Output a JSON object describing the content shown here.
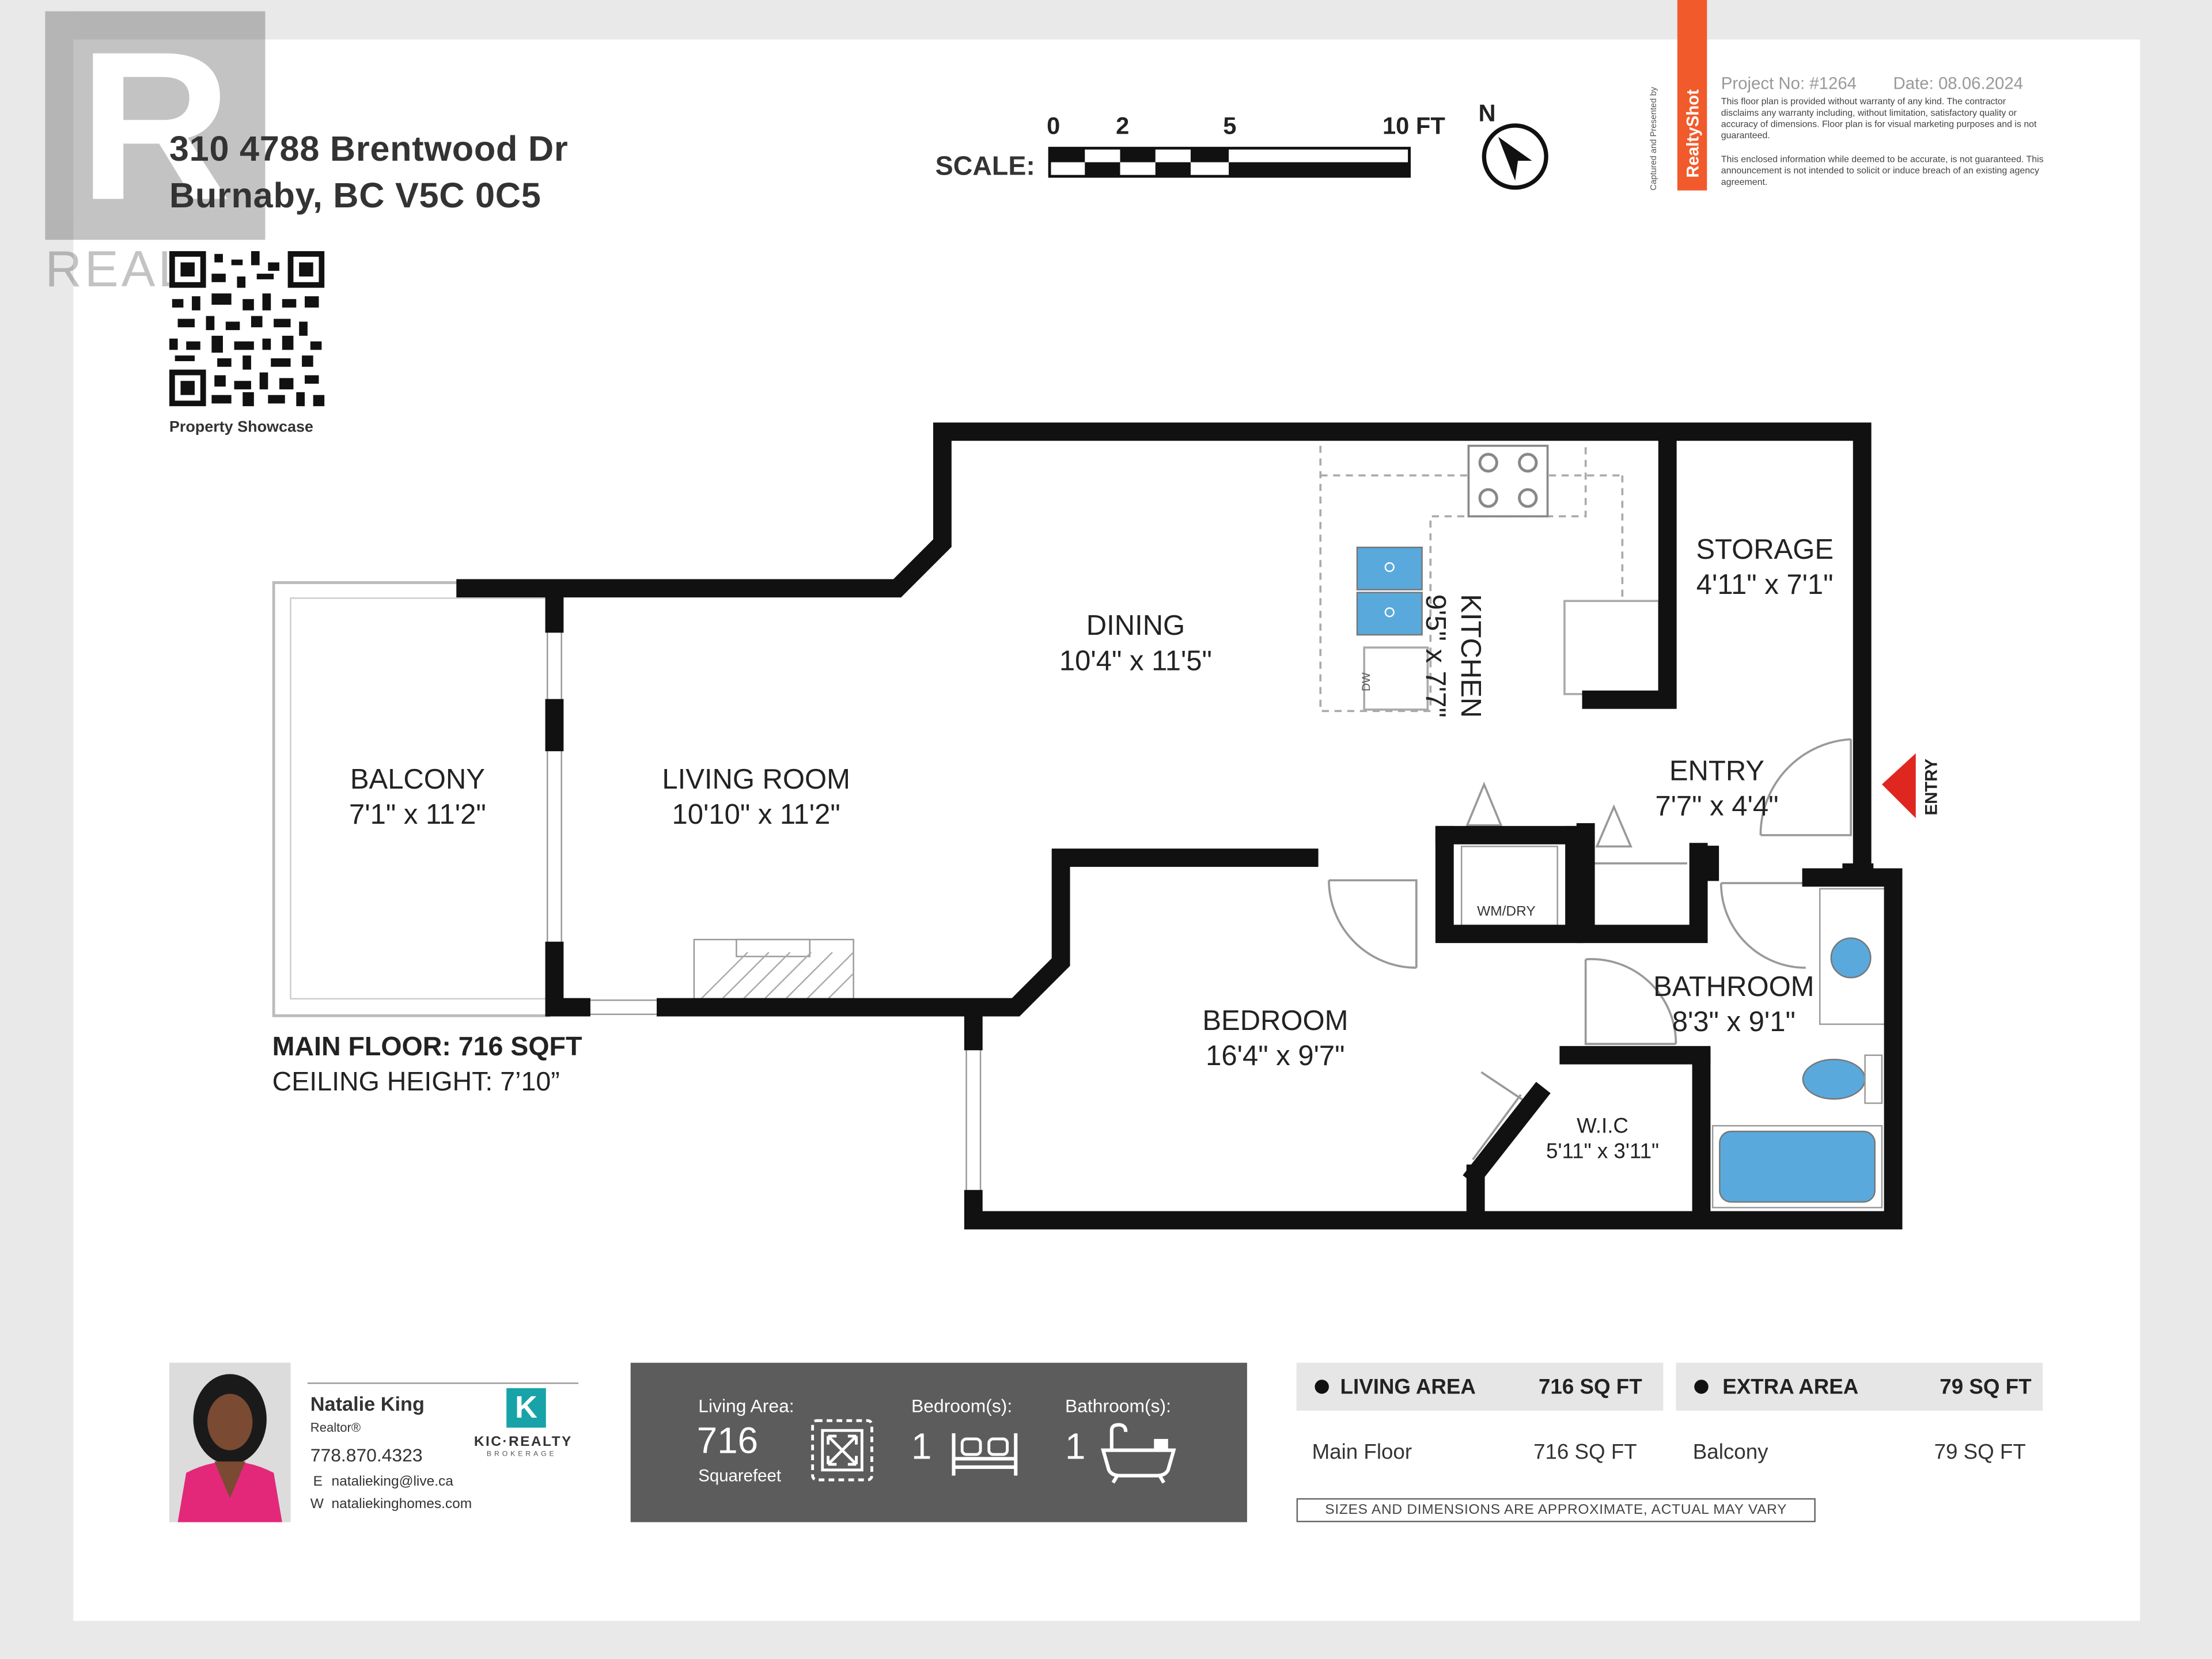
{
  "watermark": {
    "letter": "R",
    "text": "REALT"
  },
  "address": {
    "line1": "310 4788 Brentwood Dr",
    "line2": "Burnaby, BC V5C 0C5"
  },
  "qr": {
    "caption": "Property Showcase"
  },
  "scale": {
    "label": "SCALE:",
    "ticks": [
      "0",
      "2",
      "5",
      "10 FT"
    ]
  },
  "compass": {
    "label": "N"
  },
  "brand": {
    "side_text": "Captured and Presented by",
    "name": "RealtyShot",
    "project": "Project No: #1264",
    "date": "Date: 08.06.2024",
    "disclaimer1": "This floor plan is provided without warranty of any kind. The contractor disclaims any warranty including, without limitation, satisfactory quality or accuracy of dimensions. Floor plan is for visual marketing purposes and is not guaranteed.",
    "disclaimer2": "This enclosed information while deemed to be accurate, is not guaranteed. This announcement is not intended to solicit or induce breach of an existing agency agreement."
  },
  "rooms": {
    "balcony": {
      "name": "BALCONY",
      "dims": "7'1\" x 11'2\""
    },
    "living": {
      "name": "LIVING ROOM",
      "dims": "10'10\" x 11'2\""
    },
    "dining": {
      "name": "DINING",
      "dims": "10'4\" x 11'5\""
    },
    "kitchen": {
      "name": "KITCHEN",
      "dims": "9'5\" x 7'7\""
    },
    "storage": {
      "name": "STORAGE",
      "dims": "4'11\" x 7'1\""
    },
    "entry": {
      "name": "ENTRY",
      "dims": "7'7\" x 4'4\""
    },
    "bedroom": {
      "name": "BEDROOM",
      "dims": "16'4\" x 9'7\""
    },
    "bathroom": {
      "name": "BATHROOM",
      "dims": "8'3\" x 9'1\""
    },
    "wic": {
      "name": "W.I.C",
      "dims": "5'11\" x 3'11\""
    }
  },
  "fixtures": {
    "dw": "DW",
    "laundry": "WM/DRY",
    "entry_marker": "ENTRY"
  },
  "floor_info": {
    "main": "MAIN FLOOR: 716 SQFT",
    "ceiling": "CEILING HEIGHT: 7’10”"
  },
  "agent": {
    "name": "Natalie King",
    "title": "Realtor®",
    "phone": "778.870.4323",
    "email_prefix": "E",
    "email": "natalieking@live.ca",
    "web_prefix": "W",
    "web": "nataliekinghomes.com",
    "brokerage_logo": "K",
    "brokerage": "KIC·REALTY",
    "brokerage_sub": "BROKERAGE"
  },
  "stats": {
    "area_label": "Living Area:",
    "area_value": "716",
    "area_unit": "Squarefeet",
    "bed_label": "Bedroom(s):",
    "bed_value": "1",
    "bath_label": "Bathroom(s):",
    "bath_value": "1",
    "icons": [
      "expand-icon",
      "bed-icon",
      "bathtub-icon"
    ]
  },
  "areas": {
    "living": {
      "label": "LIVING AREA",
      "total": "716 SQ FT",
      "row_name": "Main Floor",
      "row_value": "716 SQ FT"
    },
    "extra": {
      "label": "EXTRA AREA",
      "total": "79 SQ FT",
      "row_name": "Balcony",
      "row_value": "79 SQ FT"
    },
    "note": "SIZES AND DIMENSIONS ARE APPROXIMATE, ACTUAL MAY VARY"
  },
  "colors": {
    "wall": "#111111",
    "accent_red": "#e0271f",
    "brand_orange": "#f15a2b",
    "kic_teal": "#17a3a8",
    "fixture_blue": "#5aa9dc",
    "panel": "#5c5c5c"
  }
}
